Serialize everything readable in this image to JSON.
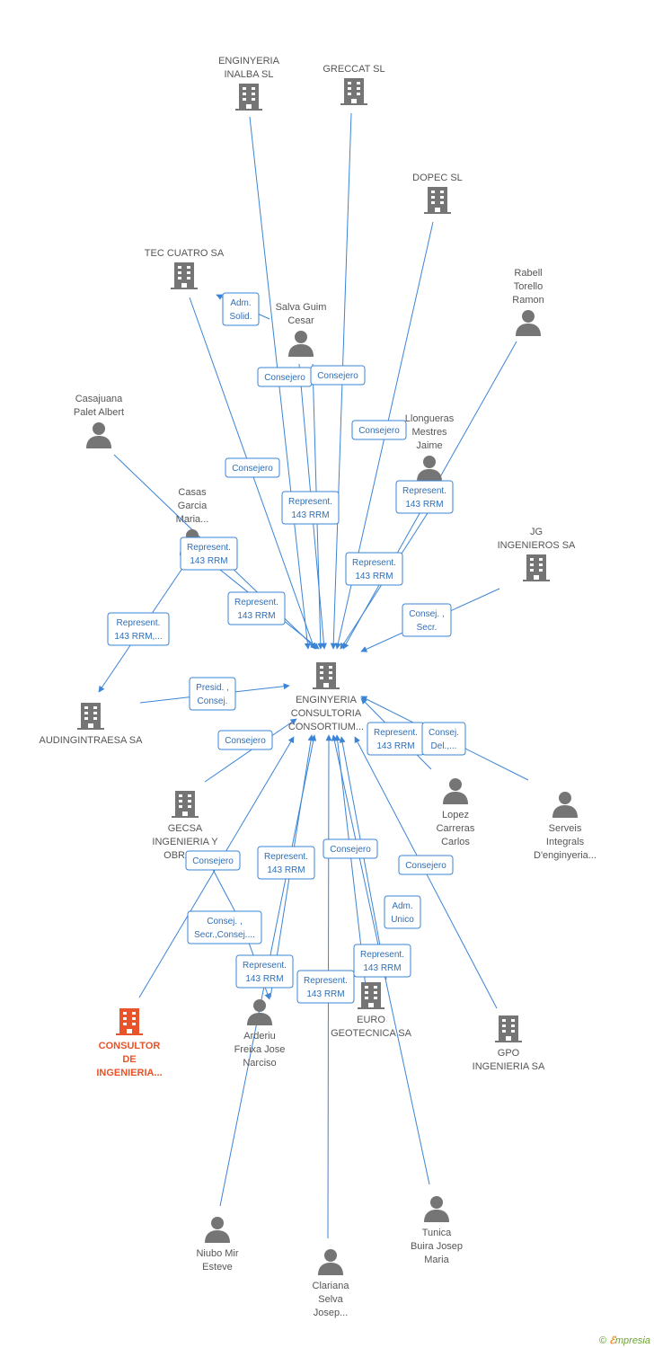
{
  "colors": {
    "edge": "#3b84d6",
    "icon": "#757575",
    "highlight": "#e8532a",
    "label": "#555555"
  },
  "footer": {
    "copyright": "©",
    "brand_first": "ℰ",
    "brand_rest": "mpresia"
  },
  "nodes": [
    {
      "id": "center",
      "type": "company",
      "lines": [
        "ENGINYERIA",
        "CONSULTORIA",
        "CONSORTIUM..."
      ]
    },
    {
      "id": "enginyeria_inalba",
      "type": "company",
      "lines": [
        "ENGINYERIA",
        "INALBA SL"
      ]
    },
    {
      "id": "greccat",
      "type": "company",
      "lines": [
        "GRECCAT SL"
      ]
    },
    {
      "id": "dopec",
      "type": "company",
      "lines": [
        "DOPEC SL"
      ]
    },
    {
      "id": "tec_cuatro",
      "type": "company",
      "lines": [
        "TEC CUATRO SA"
      ]
    },
    {
      "id": "salva_guim",
      "type": "person",
      "lines": [
        "Salva Guim",
        "Cesar"
      ]
    },
    {
      "id": "rabell",
      "type": "person",
      "lines": [
        "Rabell",
        "Torello",
        "Ramon"
      ]
    },
    {
      "id": "casajuana",
      "type": "person",
      "lines": [
        "Casajuana",
        "Palet Albert"
      ]
    },
    {
      "id": "llongueras",
      "type": "person",
      "lines": [
        "Llongueras",
        "Mestres",
        "Jaime"
      ]
    },
    {
      "id": "casas",
      "type": "person",
      "lines": [
        "Casas",
        "Garcia",
        "Maria..."
      ]
    },
    {
      "id": "jg",
      "type": "company",
      "lines": [
        "JG",
        "INGENIEROS SA"
      ]
    },
    {
      "id": "audingintraesa",
      "type": "company",
      "lines": [
        "AUDINGINTRAESA SA"
      ]
    },
    {
      "id": "gecsa",
      "type": "company",
      "lines": [
        "GECSA",
        "INGENIERIA Y",
        "OBRAS..."
      ]
    },
    {
      "id": "lopez",
      "type": "person",
      "lines": [
        "Lopez",
        "Carreras",
        "Carlos"
      ]
    },
    {
      "id": "serveis",
      "type": "person",
      "lines": [
        "Serveis",
        "Integrals",
        "D'enginyeria..."
      ]
    },
    {
      "id": "consultor",
      "type": "company",
      "main": true,
      "lines": [
        "CONSULTOR",
        "DE",
        "INGENIERIA..."
      ]
    },
    {
      "id": "arderiu",
      "type": "person",
      "lines": [
        "Arderiu",
        "Freixa Jose",
        "Narciso"
      ]
    },
    {
      "id": "euro",
      "type": "company",
      "lines": [
        "EURO",
        "GEOTECNICA SA"
      ]
    },
    {
      "id": "gpo",
      "type": "company",
      "lines": [
        "GPO",
        "INGENIERIA SA"
      ]
    },
    {
      "id": "niubo",
      "type": "person",
      "lines": [
        "Niubo Mir",
        "Esteve"
      ]
    },
    {
      "id": "tunica",
      "type": "person",
      "lines": [
        "Tunica",
        "Buira Josep",
        "Maria"
      ]
    },
    {
      "id": "clariana",
      "type": "person",
      "lines": [
        "Clariana",
        "Selva",
        "Josep..."
      ]
    }
  ],
  "edge_labels": [
    {
      "id": "adm_solid",
      "lines": [
        "Adm.",
        "Solid."
      ]
    },
    {
      "id": "consejero_1",
      "lines": [
        "Consejero"
      ]
    },
    {
      "id": "consejero_2",
      "lines": [
        "Consejero"
      ]
    },
    {
      "id": "consejero_3",
      "lines": [
        "Consejero"
      ]
    },
    {
      "id": "consejero_4",
      "lines": [
        "Consejero"
      ]
    },
    {
      "id": "represent_1",
      "lines": [
        "Represent.",
        "143 RRM"
      ]
    },
    {
      "id": "represent_2",
      "lines": [
        "Represent.",
        "143 RRM"
      ]
    },
    {
      "id": "represent_3",
      "lines": [
        "Represent.",
        "143 RRM"
      ]
    },
    {
      "id": "represent_4",
      "lines": [
        "Represent.",
        "143 RRM"
      ]
    },
    {
      "id": "represent_5",
      "lines": [
        "Represent.",
        "143 RRM"
      ]
    },
    {
      "id": "represent_6",
      "lines": [
        "Represent.",
        "143 RRM,..."
      ]
    },
    {
      "id": "consej_secr_1",
      "lines": [
        "Consej. ,",
        "Secr."
      ]
    },
    {
      "id": "presid_consej",
      "lines": [
        "Presid. ,",
        "Consej."
      ]
    },
    {
      "id": "consejero_5",
      "lines": [
        "Consejero"
      ]
    },
    {
      "id": "represent_7",
      "lines": [
        "Represent.",
        "143 RRM"
      ]
    },
    {
      "id": "consej_del",
      "lines": [
        "Consej.",
        "Del.,..."
      ]
    },
    {
      "id": "consejero_6",
      "lines": [
        "Consejero"
      ]
    },
    {
      "id": "represent_8",
      "lines": [
        "Represent.",
        "143 RRM"
      ]
    },
    {
      "id": "consejero_7",
      "lines": [
        "Consejero"
      ]
    },
    {
      "id": "consejero_8",
      "lines": [
        "Consejero"
      ]
    },
    {
      "id": "adm_unico",
      "lines": [
        "Adm.",
        "Unico"
      ]
    },
    {
      "id": "consej_secr_2",
      "lines": [
        "Consej. ,",
        "Secr.,Consej...."
      ]
    },
    {
      "id": "represent_9",
      "lines": [
        "Represent.",
        "143 RRM"
      ]
    },
    {
      "id": "represent_10",
      "lines": [
        "Represent.",
        "143 RRM"
      ]
    },
    {
      "id": "represent_11",
      "lines": [
        "Represent.",
        "143 RRM"
      ]
    }
  ]
}
